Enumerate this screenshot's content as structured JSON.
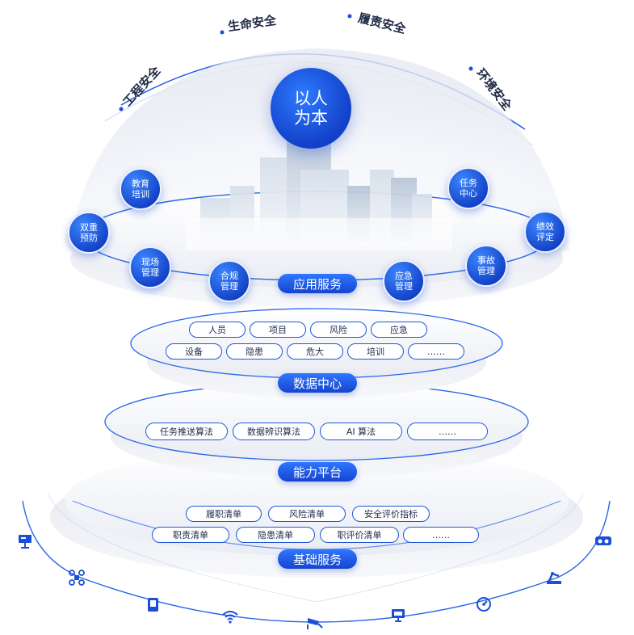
{
  "arc_labels": [
    "工程安全",
    "生命安全",
    "履责安全",
    "环境安全"
  ],
  "center": {
    "line1": "以人",
    "line2": "为本"
  },
  "app_nodes": [
    {
      "l1": "教育",
      "l2": "培训"
    },
    {
      "l1": "双重",
      "l2": "预防"
    },
    {
      "l1": "现场",
      "l2": "管理"
    },
    {
      "l1": "合规",
      "l2": "管理"
    },
    {
      "l1": "应急",
      "l2": "管理"
    },
    {
      "l1": "事故",
      "l2": "管理"
    },
    {
      "l1": "绩效",
      "l2": "评定"
    },
    {
      "l1": "任务",
      "l2": "中心"
    }
  ],
  "sections": {
    "app": "应用服务",
    "data": "数据中心",
    "ability": "能力平台",
    "base": "基础服务"
  },
  "data_row1": [
    "人员",
    "项目",
    "风险",
    "应急"
  ],
  "data_row2": [
    "设备",
    "隐患",
    "危大",
    "培训",
    "……"
  ],
  "ability_items": [
    "任务推送算法",
    "数据辨识算法",
    "AI 算法",
    "……"
  ],
  "base_row1": [
    "履职清单",
    "风险清单",
    "安全评价指标"
  ],
  "base_row2": [
    "职责清单",
    "隐患清单",
    "职评价清单",
    "……"
  ],
  "device_icons": [
    "display-stand-icon",
    "drone-icon",
    "mobile-terminal-icon",
    "wifi-icon",
    "camera-icon",
    "monitor-icon",
    "gauge-icon",
    "machine-arm-icon",
    "vr-goggles-icon"
  ],
  "colors": {
    "primary": "#1a4fd6",
    "arc": "#2a66e8",
    "text": "#1d2a4a"
  }
}
